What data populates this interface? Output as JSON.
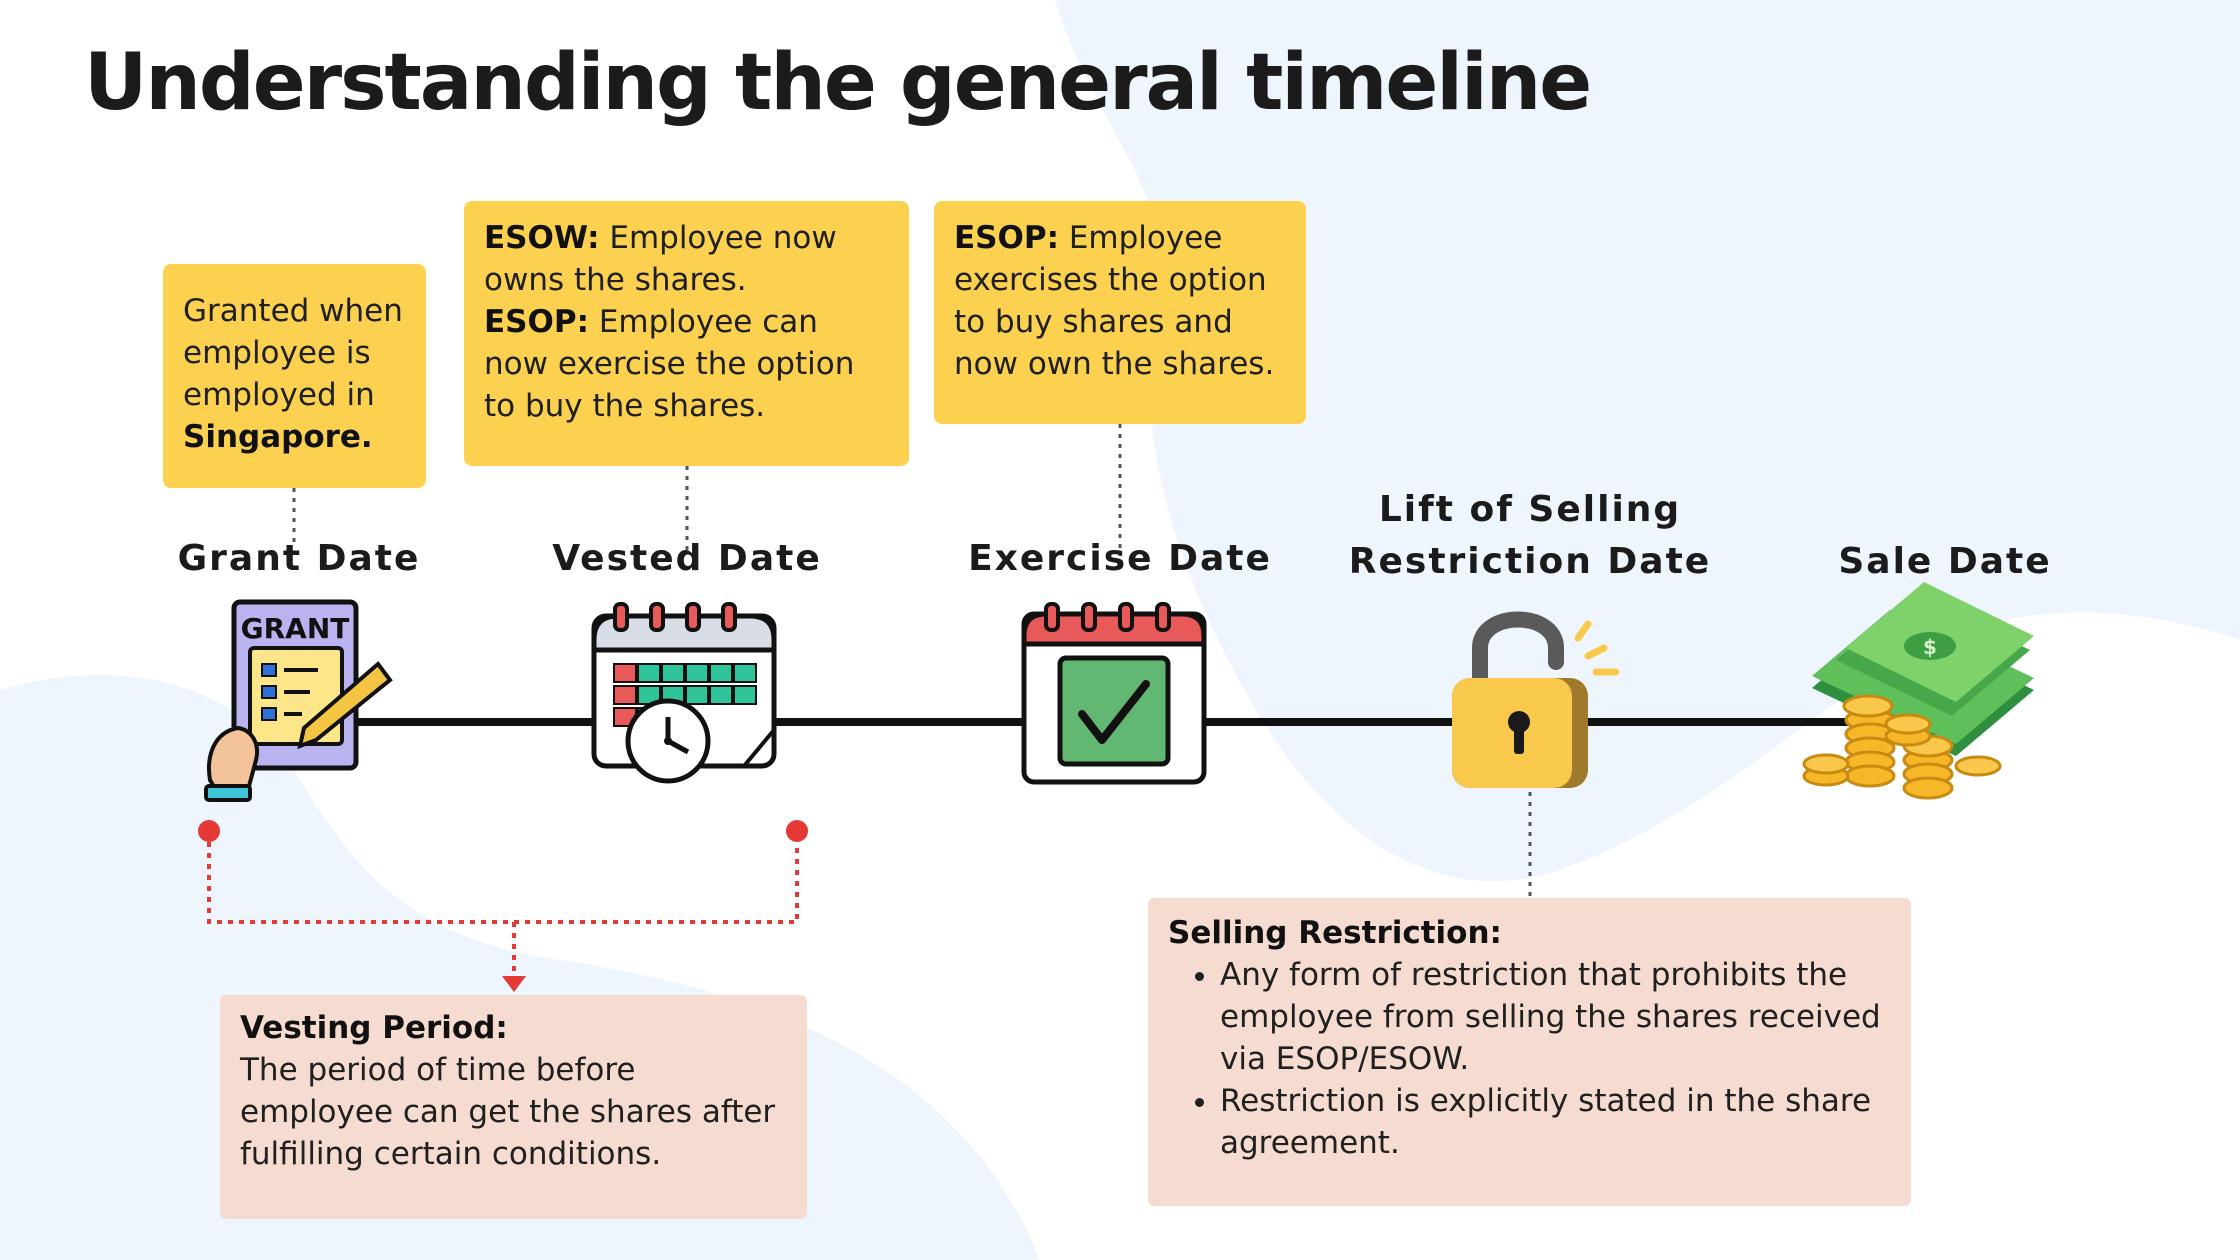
{
  "title": "Understanding the general timeline",
  "colors": {
    "note_yellow": "#fcd14f",
    "note_peach": "#f6dcd0",
    "timeline_line": "#111111",
    "vesting_bracket": "#e53935",
    "background_blob": "#eef5fd"
  },
  "milestones": [
    {
      "label": "Grant Date",
      "icon": "grant-document-icon",
      "icon_text": "GRANT"
    },
    {
      "label": "Vested Date",
      "icon": "calendar-clock-icon"
    },
    {
      "label": "Exercise Date",
      "icon": "calendar-check-icon"
    },
    {
      "label_line1": "Lift of Selling",
      "label_line2": "Restriction Date",
      "icon": "unlocked-padlock-icon"
    },
    {
      "label": "Sale Date",
      "icon": "money-and-coins-icon"
    }
  ],
  "notes": {
    "grant": {
      "text": "Granted when employee is employed in ",
      "bold": "Singapore."
    },
    "vested": {
      "esow_label": "ESOW:",
      "esow_text": " Employee now owns the shares.",
      "esop_label": "ESOP:",
      "esop_text": " Employee can now exercise the option to buy the shares."
    },
    "exercise": {
      "esop_label": "ESOP:",
      "esop_text": " Employee exercises the option to buy shares and now own the shares."
    }
  },
  "vesting_period": {
    "heading": "Vesting Period:",
    "text": "The period of time before employee can get the shares after fulfilling certain conditions."
  },
  "selling_restriction": {
    "heading": "Selling Restriction:",
    "bullets": [
      "Any form of restriction that prohibits the employee from selling the shares received via ESOP/ESOW.",
      "Restriction is explicitly stated in the share agreement."
    ]
  }
}
